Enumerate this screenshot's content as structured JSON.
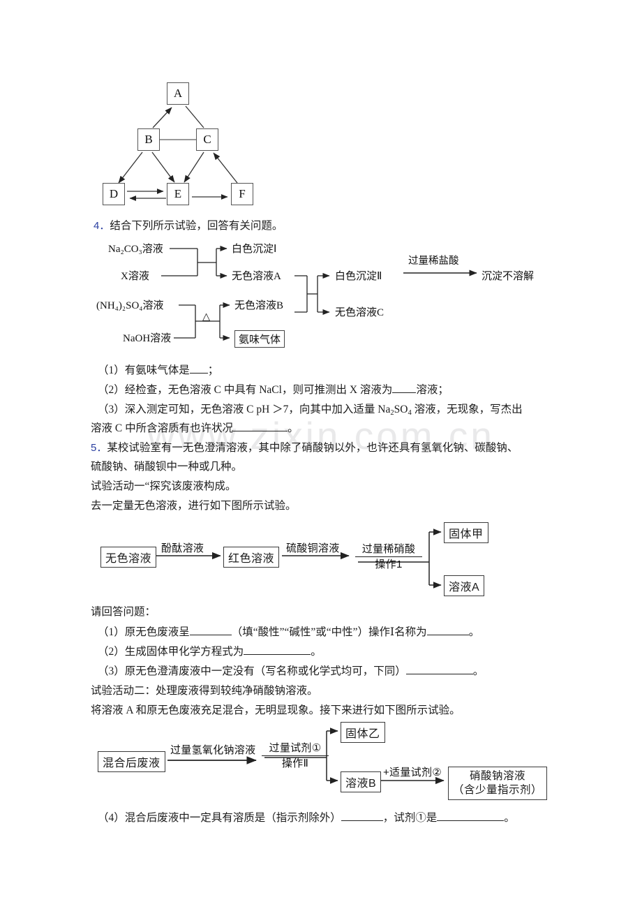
{
  "watermark": "www.zixin.com.cn",
  "diagram_letters": {
    "a": "A",
    "b": "B",
    "c": "C",
    "d": "D",
    "e": "E",
    "f": "F"
  },
  "q4": {
    "number": "4．",
    "stem": "结合下列所示试验，回答有关问题。",
    "flow": {
      "in1": "Na₂CO₃溶液",
      "in2": "X溶液",
      "out1": "白色沉淀Ⅰ",
      "out2": "无色溶液A",
      "in3": "(NH₄)₂SO₄溶液",
      "in4": "NaOH溶液",
      "condition": "△",
      "out3": "无色溶液B",
      "out4": "氨味气体",
      "merge1": "白色沉淀Ⅱ",
      "merge2": "无色溶液C",
      "reagent": "过量稀盐酸",
      "final": "沉淀不溶解"
    },
    "items": [
      {
        "label": "（1）",
        "pre": "有氨味气体是",
        "post": "；"
      },
      {
        "label": "（2）",
        "pre": "经检查，无色溶液 C 中具有 NaCl，则可推测出 X 溶液为",
        "post": "溶液；"
      },
      {
        "label": "（3）",
        "pre_a": "深入测定可知，无色溶液 C pH ＞7，向其中加入适量 Na",
        "sub_a": "2",
        "pre_b": "SO",
        "sub_b": "4",
        "pre_c": " 溶液，无现象，写杰出",
        "line2_pre": "溶液 C 中所含溶质有也许状况",
        "line2_post": "。"
      }
    ]
  },
  "q5": {
    "number": "5．",
    "stem_line1": "某校试验室有一无色澄清溶液，其中除了硝酸钠以外，也许还具有氢氧化钠、碳酸钠、",
    "stem_line2": "硫酸钠、硝酸钡中一种或几种。",
    "activity1": "试验活动一“探究该废液构成。",
    "activity1_note": "去一定量无色溶液，进行如下图所示试验。",
    "flow2": {
      "n1": "无色溶液",
      "e1": "酚酞溶液",
      "n2": "红色溶液",
      "e2": "硫酸铜溶液",
      "e3_top": "过量稀硝酸",
      "e3_bottom": "操作1",
      "n3": "固体甲",
      "n4": "溶液A"
    },
    "answer_prompt": "请回答问题：",
    "items": [
      {
        "label": "（1）",
        "pre": "原无色废液呈",
        "mid": "（填“酸性”“碱性”或“中性”）操作Ⅰ名称为",
        "post": "。"
      },
      {
        "label": "（2）",
        "pre": "生成固体甲化学方程式为",
        "post": "。"
      },
      {
        "label": "（3）",
        "pre": "原无色澄清废液中一定没有（写名称或化学式均可，下同）",
        "post": "。"
      }
    ],
    "activity2": "试验活动二：处理废液得到较纯净硝酸钠溶液。",
    "activity2_note": "将溶液 A 和原无色废液充足混合，无明显现象。接下来进行如下图所示试验。",
    "flow3": {
      "n1": "混合后废液",
      "e1": "过量氢氧化钠溶液",
      "e2_top": "过量试剂①",
      "e2_bottom": "操作Ⅱ",
      "n2": "固体乙",
      "n3": "溶液B",
      "e3": "+适量试剂②",
      "n4_line1": "硝酸钠溶液",
      "n4_line2": "（含少量指示剂）"
    },
    "item4": {
      "label": "（4）",
      "pre": "混合后废液中一定具有溶质是（指示剂除外）",
      "mid": "，试剂①是",
      "post": "。"
    }
  }
}
